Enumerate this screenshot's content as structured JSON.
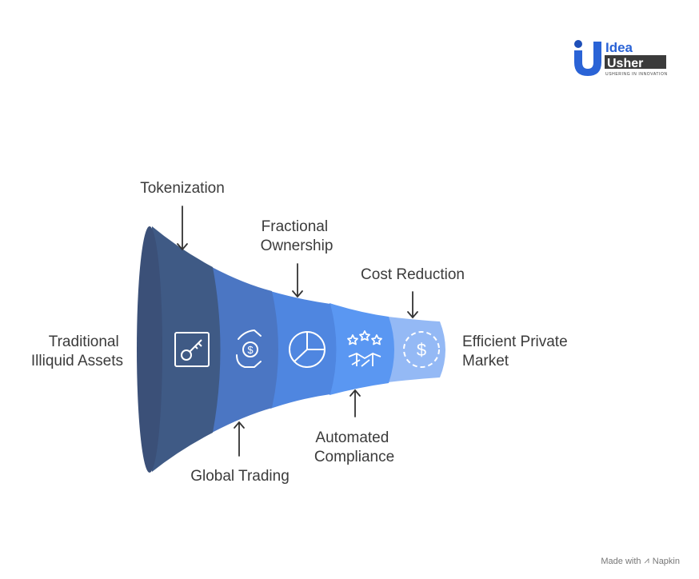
{
  "logo": {
    "word1": "Idea",
    "word2": "Usher",
    "tagline": "USHERING IN INNOVATION"
  },
  "labels": {
    "start": [
      "Traditional",
      "Illiquid Assets"
    ],
    "end": [
      "Efficient Private",
      "Market"
    ],
    "tokenization": [
      "Tokenization"
    ],
    "global_trading": [
      "Global Trading"
    ],
    "fractional": [
      "Fractional",
      "Ownership"
    ],
    "compliance": [
      "Automated",
      "Compliance"
    ],
    "cost": [
      "Cost Reduction"
    ]
  },
  "icons": {
    "stage1": "key-icon",
    "stage2": "hand-money-icon",
    "stage3": "pie-chart-icon",
    "stage4": "stars-handshake-icon",
    "stage5": "dollar-coin-icon"
  },
  "colors": {
    "mouth": "#3b5078",
    "stage1": "#3f5a85",
    "stage2": "#4b76c3",
    "stage3": "#4f86e0",
    "stage4": "#5a97f2",
    "stage5": "#94b9f5",
    "text": "#3b3b3b",
    "logo_blue": "#2a63d6"
  },
  "footer": {
    "made_with": "Made with",
    "brand": "Napkin"
  }
}
